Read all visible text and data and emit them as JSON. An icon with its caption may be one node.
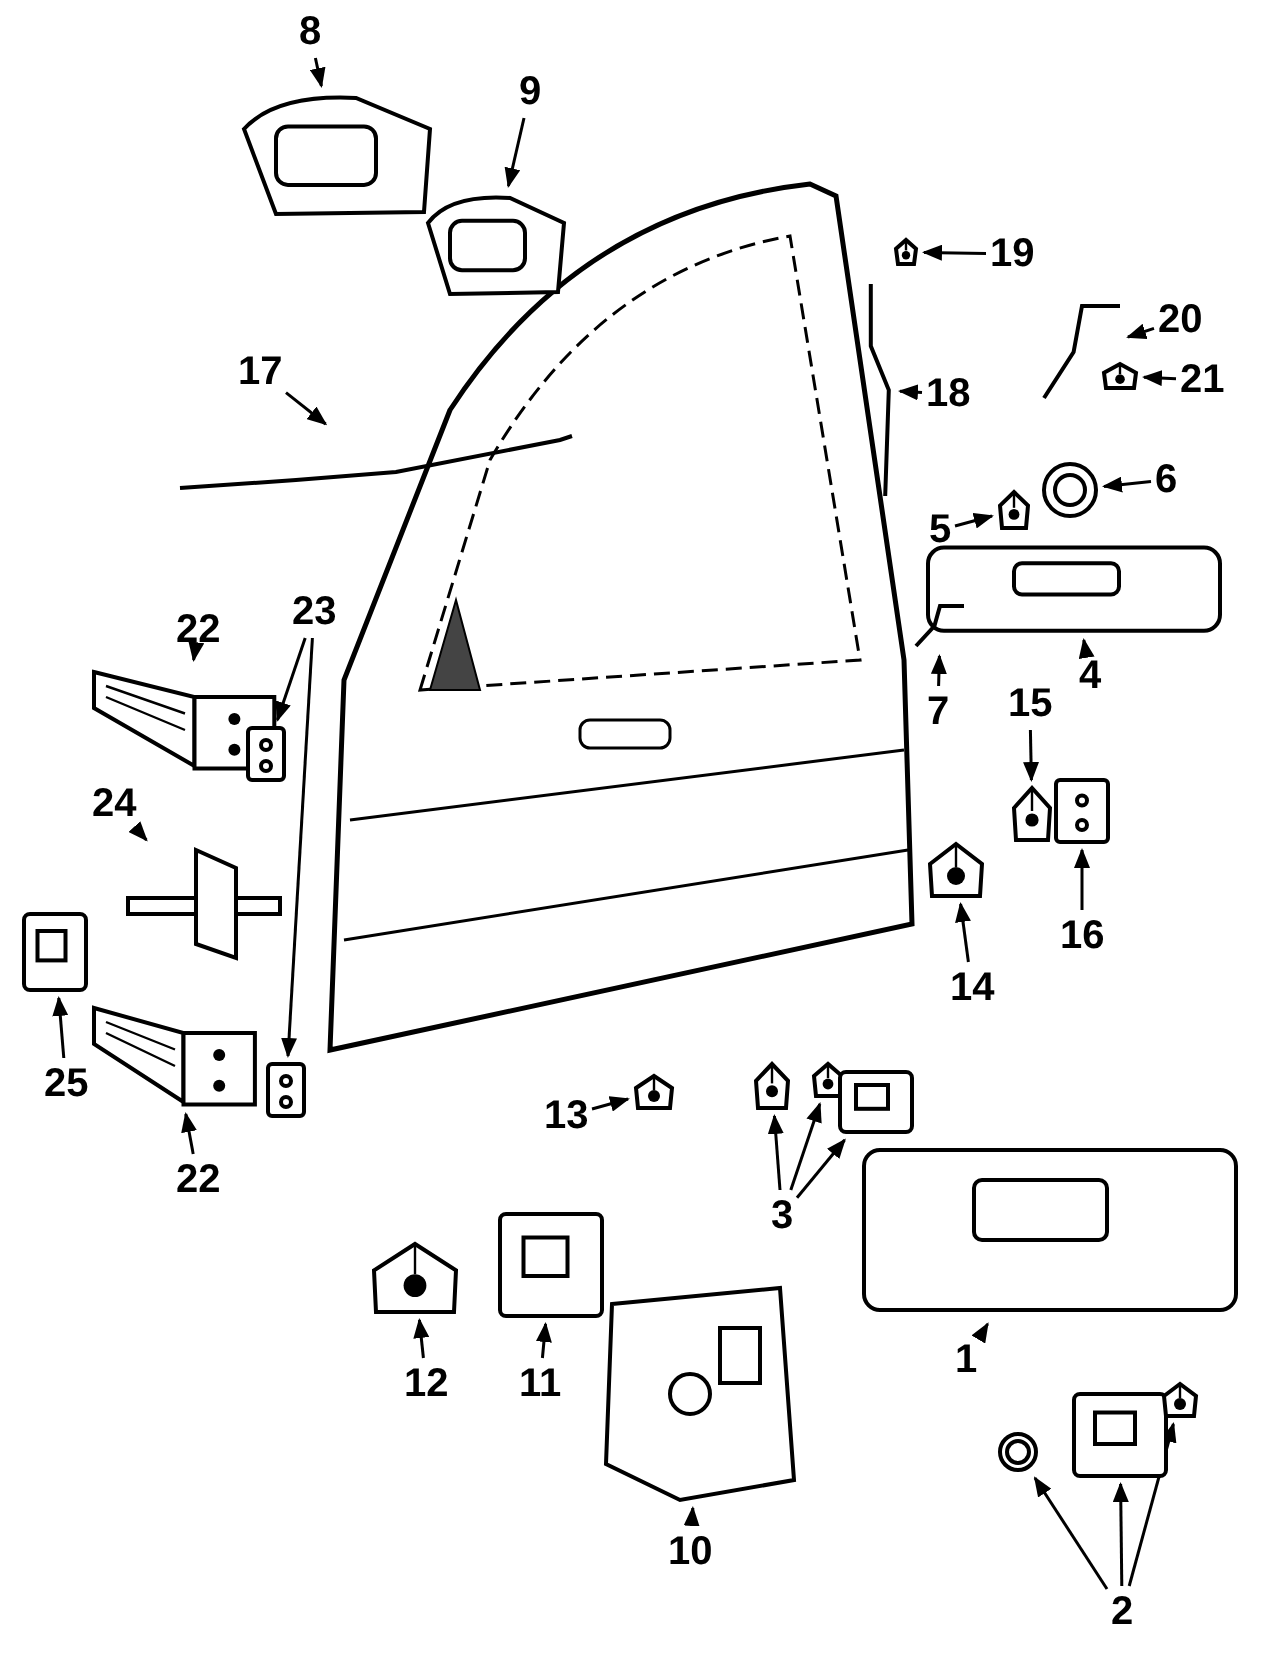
{
  "diagram": {
    "nodes": [
      {
        "text": [
          "8"
        ]
      },
      {
        "text": [],
        "shape": "picture"
      },
      {
        "text": [
          "9"
        ]
      },
      {
        "text": [],
        "shape": "picture"
      },
      {
        "text": [
          "19"
        ]
      },
      {
        "text": [],
        "shape": "picture"
      },
      {
        "text": [
          "20"
        ]
      },
      {
        "text": [],
        "shape": "picture"
      },
      {
        "text": [
          "21"
        ]
      },
      {
        "text": [],
        "shape": "picture"
      },
      {
        "text": [
          "18"
        ]
      },
      {
        "text": [],
        "shape": "picture"
      },
      {
        "text": [
          "17"
        ]
      },
      {
        "text": [],
        "shape": "picture"
      },
      {
        "text": [
          "6"
        ]
      },
      {
        "text": [],
        "shape": "picture"
      },
      {
        "text": [
          "5"
        ]
      },
      {
        "text": [],
        "shape": "picture"
      },
      {
        "text": [
          "4"
        ]
      },
      {
        "text": [],
        "shape": "picture"
      },
      {
        "text": [
          "7"
        ]
      },
      {
        "text": [],
        "shape": "picture"
      },
      {
        "text": [
          "22"
        ]
      },
      {
        "text": [],
        "shape": "picture"
      },
      {
        "text": [
          "23"
        ]
      },
      {
        "text": [],
        "shape": "picture"
      },
      {
        "text": [],
        "shape": "picture"
      },
      {
        "text": [
          "24"
        ]
      },
      {
        "text": [],
        "shape": "picture"
      },
      {
        "text": [
          "25"
        ]
      },
      {
        "text": [],
        "shape": "picture"
      },
      {
        "text": [
          "22"
        ]
      },
      {
        "text": [],
        "shape": "picture"
      },
      {
        "text": [
          "15"
        ]
      },
      {
        "text": [],
        "shape": "picture"
      },
      {
        "text": [
          "16"
        ]
      },
      {
        "text": [],
        "shape": "picture"
      },
      {
        "text": [
          "14"
        ]
      },
      {
        "text": [],
        "shape": "picture"
      },
      {
        "text": [
          "13"
        ]
      },
      {
        "text": [],
        "shape": "picture"
      },
      {
        "text": [
          "3"
        ]
      },
      {
        "text": [],
        "shape": "picture"
      },
      {
        "text": [],
        "shape": "picture"
      },
      {
        "text": [],
        "shape": "picture"
      },
      {
        "text": [
          "12"
        ]
      },
      {
        "text": [],
        "shape": "picture"
      },
      {
        "text": [
          "11"
        ]
      },
      {
        "text": [],
        "shape": "picture"
      },
      {
        "text": [
          "10"
        ]
      },
      {
        "text": [],
        "shape": "picture"
      },
      {
        "text": [
          "1"
        ]
      },
      {
        "text": [],
        "shape": "picture"
      },
      {
        "text": [
          "2"
        ]
      },
      {
        "text": [],
        "shape": "picture"
      },
      {
        "text": [],
        "shape": "picture"
      },
      {
        "text": [],
        "shape": "picture"
      }
    ],
    "edges": [
      {
        "from": 0,
        "to": 1,
        "arrow": "to"
      },
      {
        "from": 2,
        "to": 3,
        "arrow": "to"
      },
      {
        "from": 4,
        "to": 5,
        "arrow": "to"
      },
      {
        "from": 6,
        "to": 7,
        "arrow": "to"
      },
      {
        "from": 8,
        "to": 9,
        "arrow": "to"
      },
      {
        "from": 10,
        "to": 11,
        "arrow": "to"
      },
      {
        "from": 12,
        "to": 13,
        "arrow": "to"
      },
      {
        "from": 14,
        "to": 15,
        "arrow": "to"
      },
      {
        "from": 16,
        "to": 17,
        "arrow": "to"
      },
      {
        "from": 18,
        "to": 19,
        "arrow": "to"
      },
      {
        "from": 20,
        "to": 21,
        "arrow": "to"
      },
      {
        "from": 22,
        "to": 23,
        "arrow": "to"
      },
      {
        "from": 24,
        "to": 25,
        "arrow": "to"
      },
      {
        "from": 24,
        "to": 26,
        "arrow": "to"
      },
      {
        "from": 27,
        "to": 28,
        "arrow": "to"
      },
      {
        "from": 29,
        "to": 30,
        "arrow": "to"
      },
      {
        "from": 31,
        "to": 32,
        "arrow": "to"
      },
      {
        "from": 33,
        "to": 34,
        "arrow": "to"
      },
      {
        "from": 35,
        "to": 36,
        "arrow": "to"
      },
      {
        "from": 37,
        "to": 38,
        "arrow": "to"
      },
      {
        "from": 39,
        "to": 40,
        "arrow": "to"
      },
      {
        "from": 41,
        "to": 42,
        "arrow": "to"
      },
      {
        "from": 41,
        "to": 43,
        "arrow": "to"
      },
      {
        "from": 41,
        "to": 44,
        "arrow": "to"
      },
      {
        "from": 45,
        "to": 46,
        "arrow": "to"
      },
      {
        "from": 47,
        "to": 48,
        "arrow": "to"
      },
      {
        "from": 49,
        "to": 50,
        "arrow": "to"
      },
      {
        "from": 51,
        "to": 52,
        "arrow": "to"
      },
      {
        "from": 53,
        "to": 54,
        "arrow": "to"
      },
      {
        "from": 53,
        "to": 55,
        "arrow": "to"
      },
      {
        "from": 53,
        "to": 56,
        "arrow": "to"
      }
    ]
  }
}
